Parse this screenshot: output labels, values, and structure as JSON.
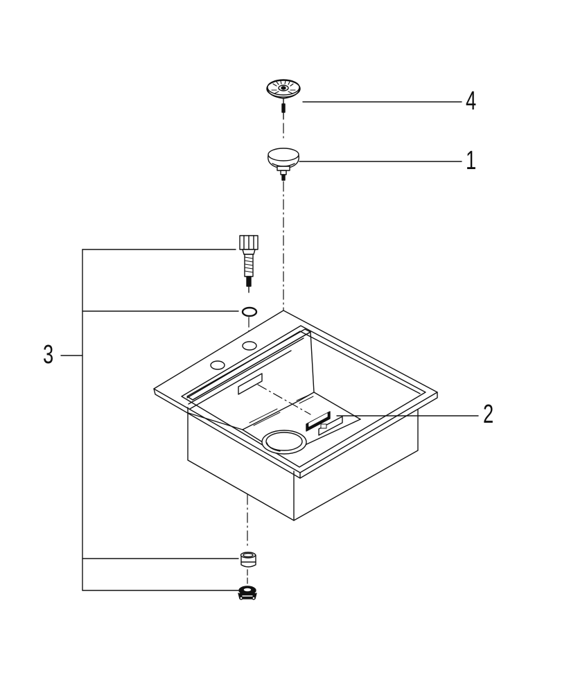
{
  "callouts": {
    "part_1": "1",
    "part_2": "2",
    "part_3": "3",
    "part_4": "4"
  },
  "colors": {
    "line": "#111111",
    "background": "#ffffff"
  }
}
